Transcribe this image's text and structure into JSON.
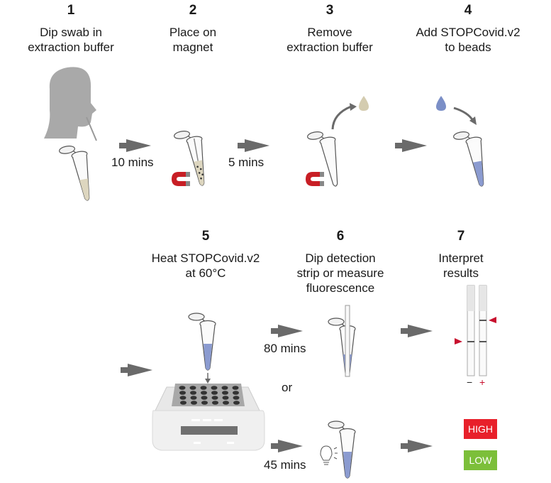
{
  "steps": [
    {
      "number": "1",
      "title_line1": "Dip swab in",
      "title_line2": "extraction buffer"
    },
    {
      "number": "2",
      "title_line1": "Place on",
      "title_line2": "magnet"
    },
    {
      "number": "3",
      "title_line1": "Remove",
      "title_line2": "extraction buffer"
    },
    {
      "number": "4",
      "title_line1": "Add STOPCovid.v2",
      "title_line2": "to beads"
    },
    {
      "number": "5",
      "title_line1": "Heat STOPCovid.v2",
      "title_line2": "at 60°C"
    },
    {
      "number": "6",
      "title_line1": "Dip detection",
      "title_line2": "strip or measure",
      "title_line3": "fluorescence"
    },
    {
      "number": "7",
      "title_line1": "Interpret",
      "title_line2": "results"
    }
  ],
  "timings": {
    "step1_to_2": "10 mins",
    "step2_to_3": "5 mins",
    "strip_path": "80 mins",
    "fluorescence_path": "45 mins"
  },
  "or_label": "or",
  "strip_labels": {
    "negative": "−",
    "positive": "+"
  },
  "fluorescence_results": {
    "high": {
      "label": "HIGH",
      "color": "#e8202a"
    },
    "low": {
      "label": "LOW",
      "color": "#7cbf3a"
    }
  },
  "colors": {
    "arrow": "#6a6a6a",
    "magnet_red": "#c81e25",
    "buffer_beige": "#d9d3bd",
    "reagent_blue": "#8b9bd0",
    "indicator_red": "#c8102e"
  }
}
